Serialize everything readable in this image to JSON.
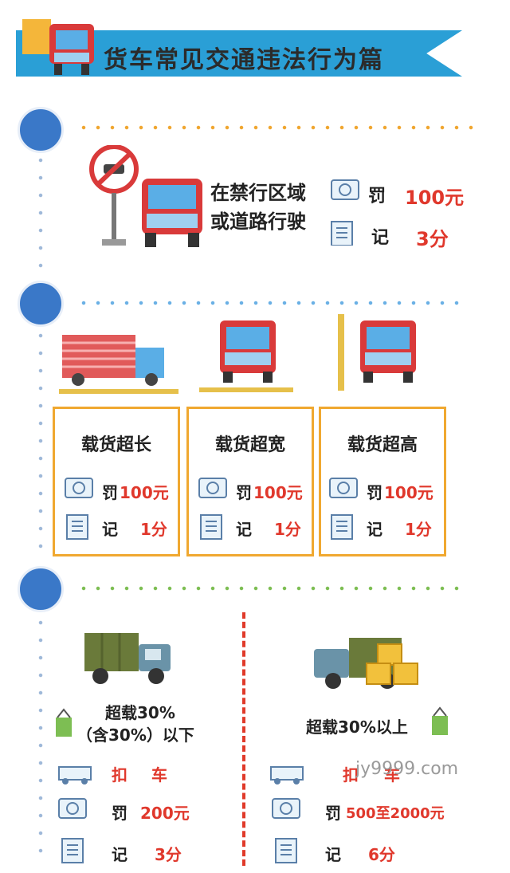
{
  "title": "货车常见交通违法行为篇",
  "section1": {
    "violation_line1": "在禁行区域",
    "violation_line2": "或道路行驶",
    "fine_label": "罚",
    "fine_value": "100元",
    "points_label": "记",
    "points_value": "3分"
  },
  "section2": {
    "boxes": [
      {
        "title": "载货超长",
        "fine_label": "罚",
        "fine_value": "100元",
        "points_label": "记",
        "points_value": "1分"
      },
      {
        "title": "载货超宽",
        "fine_label": "罚",
        "fine_value": "100元",
        "points_label": "记",
        "points_value": "1分"
      },
      {
        "title": "载货超高",
        "fine_label": "罚",
        "fine_value": "100元",
        "points_label": "记",
        "points_value": "1分"
      }
    ]
  },
  "section3": {
    "left": {
      "title_line1": "超载30%",
      "title_line2": "（含30%）以下",
      "impound_1": "扣",
      "impound_2": "车",
      "fine_label": "罚",
      "fine_value": "200元",
      "points_label": "记",
      "points_value": "3分"
    },
    "right": {
      "title": "超载30%以上",
      "impound_1": "扣",
      "impound_2": "车",
      "fine_label": "罚",
      "fine_value": "500至2000元",
      "points_label": "记",
      "points_value": "6分"
    }
  },
  "watermark": "jy9999.com",
  "colors": {
    "banner": "#2a9fd6",
    "accent_red": "#e0382c",
    "box_border": "#f0a830",
    "circle": "#3a78c8"
  },
  "icons": [
    "truck-icon",
    "no-entry-sign-icon",
    "money-icon",
    "document-icon",
    "tape-measure-icon",
    "scale-icon",
    "tow-truck-icon",
    "cargo-boxes-icon"
  ]
}
